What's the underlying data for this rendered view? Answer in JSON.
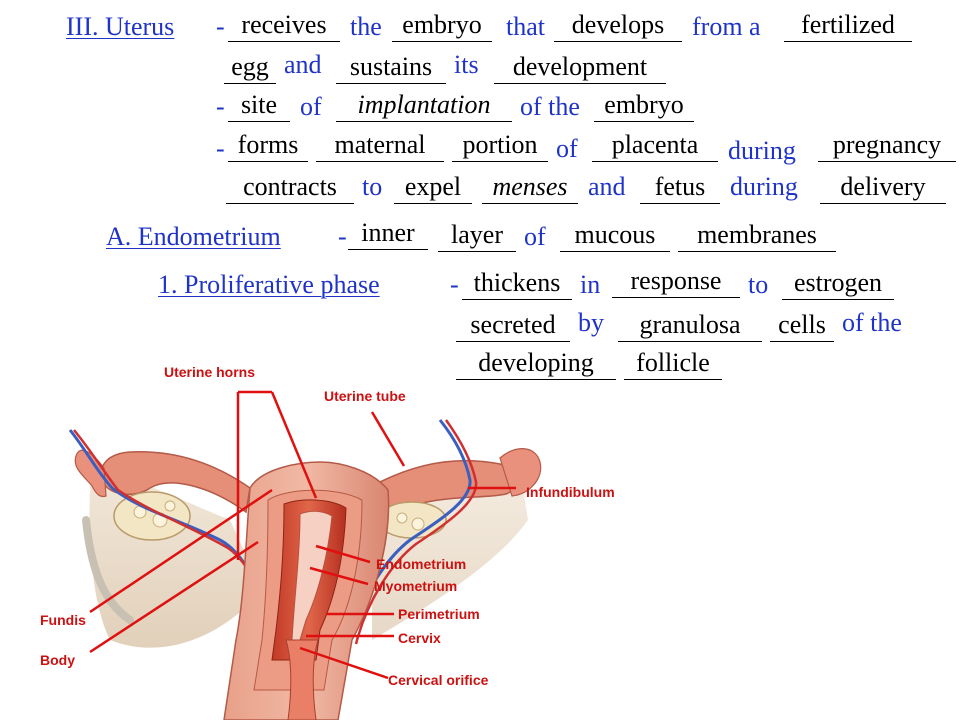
{
  "uterus": {
    "heading": "III.  Uterus",
    "dash1": "-",
    "w_receives": "receives",
    "the1": "the",
    "w_embryo1": "embryo",
    "that": "that",
    "w_develops": "develops",
    "from_a": "from a",
    "w_fertilized": "fertilized",
    "w_egg": "egg",
    "and1": "and",
    "w_sustains": "sustains",
    "its": "its",
    "w_development": "development",
    "dash2": "-",
    "w_site": "site",
    "of1": "of",
    "w_implantation": "implantation",
    "of_the": "of the",
    "w_embryo2": "embryo",
    "dash3": "-",
    "w_forms": "forms",
    "w_maternal": "maternal",
    "w_portion": "portion",
    "of2": "of",
    "w_placenta": "placenta",
    "during1": "during",
    "w_pregnancy": "pregnancy",
    "w_contracts": "contracts",
    "to1": "to",
    "w_expel": "expel",
    "w_menses": "menses",
    "and2": "and",
    "w_fetus": "fetus",
    "during2": "during",
    "w_delivery": "delivery"
  },
  "endometrium": {
    "heading": "A.  Endometrium",
    "dash": "-",
    "w_inner": "inner",
    "w_layer": "layer",
    "of": "of",
    "w_mucous": "mucous",
    "w_membranes": "membranes"
  },
  "proliferative": {
    "heading": "1.  Proliferative phase",
    "dash": "-",
    "w_thickens": "thickens",
    "in": "in",
    "w_response": "response",
    "to": "to",
    "w_estrogen": "estrogen",
    "w_secreted": "secreted",
    "by": "by",
    "w_granulosa": "granulosa",
    "w_cells": "cells",
    "of_the": "of the",
    "w_developing": "developing",
    "w_follicle": "follicle"
  },
  "diagram_labels": {
    "uterine_horns": "Uterine horns",
    "uterine_tube": "Uterine tube",
    "infundibulum": "Infundibulum",
    "endometrium": "Endometrium",
    "myometrium": "Myometrium",
    "perimetrium": "Perimetrium",
    "cervix": "Cervix",
    "cervical_orifice": "Cervical orifice",
    "fundis": "Fundis",
    "body": "Body"
  },
  "colors": {
    "heading_blue": "#1f33c8",
    "label_red": "#cc1111",
    "leader_red": "#e01010"
  }
}
